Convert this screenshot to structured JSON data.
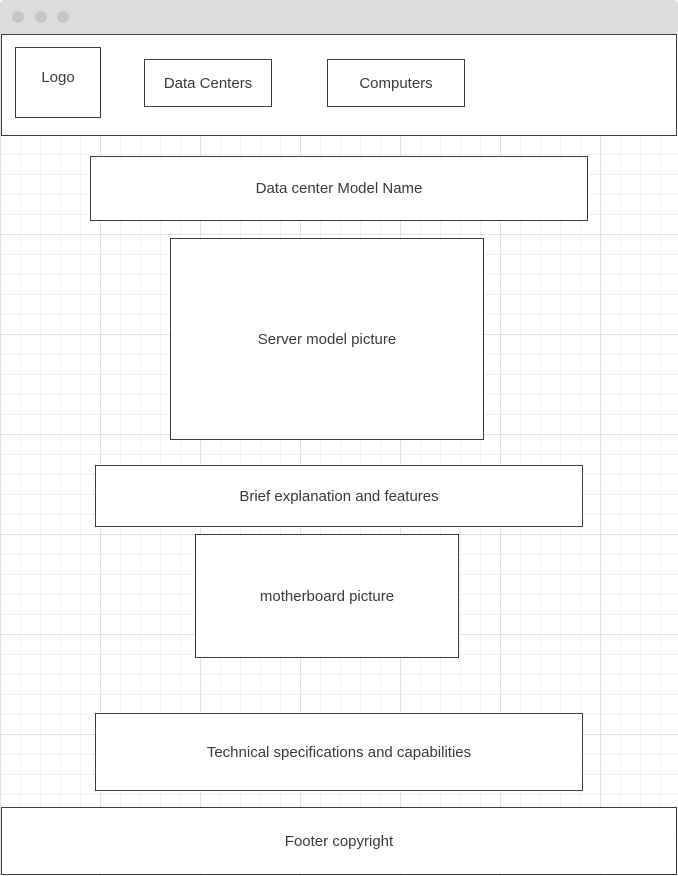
{
  "header": {
    "logo": "Logo",
    "nav": {
      "data_centers": "Data Centers",
      "computers": "Computers"
    }
  },
  "main": {
    "model_name": "Data center Model Name",
    "server_picture": "Server model picture",
    "brief": "Brief explanation and features",
    "motherboard_picture": "motherboard picture",
    "tech_specs": "Technical specifications and capabilities"
  },
  "footer": {
    "copyright": "Footer copyright"
  },
  "colors": {
    "titlebar": "#dcdcdc",
    "border": "#3c3c3c",
    "text": "#3a3a3a",
    "grid": "#e2e2e2"
  }
}
